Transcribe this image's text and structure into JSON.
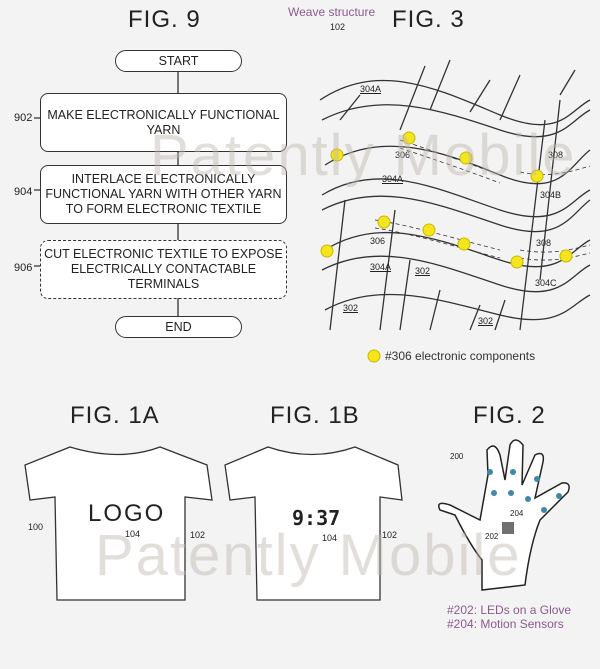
{
  "fig9": {
    "title": "FIG. 9",
    "start": "START",
    "end": "END",
    "steps": [
      {
        "ref": "902",
        "text": "MAKE ELECTRONICALLY FUNCTIONAL YARN"
      },
      {
        "ref": "904",
        "text": "INTERLACE ELECTRONICALLY FUNCTIONAL YARN WITH OTHER YARN TO FORM ELECTRONIC TEXTILE"
      },
      {
        "ref": "906",
        "text": "CUT ELECTRONIC TEXTILE TO EXPOSE ELECTRICALLY CONTACTABLE TERMINALS"
      }
    ]
  },
  "fig3": {
    "title": "FIG. 3",
    "caption": "Weave structure",
    "ref_102": "102",
    "labels": {
      "a1": "304A",
      "a2": "304A",
      "a3": "304A",
      "b": "304B",
      "c": "304C",
      "c306a": "306",
      "c306b": "306",
      "c308a": "308",
      "c308b": "308",
      "w1": "302",
      "w2": "302",
      "w3": "302"
    },
    "legend": "#306 electronic components",
    "component_color": "#f5e51c"
  },
  "fig1a": {
    "title": "FIG. 1A",
    "display": "LOGO",
    "ref_100": "100",
    "ref_104": "104",
    "ref_102": "102"
  },
  "fig1b": {
    "title": "FIG. 1B",
    "display": "9:37",
    "ref_104": "104",
    "ref_102": "102"
  },
  "fig2": {
    "title": "FIG. 2",
    "ref_200": "200",
    "ref_202": "202",
    "ref_204": "204",
    "led_color": "#3d8aa8",
    "legend": [
      "#202: LEDs on a Glove",
      "#204: Motion Sensors"
    ]
  },
  "watermark": "Patently Mobile"
}
